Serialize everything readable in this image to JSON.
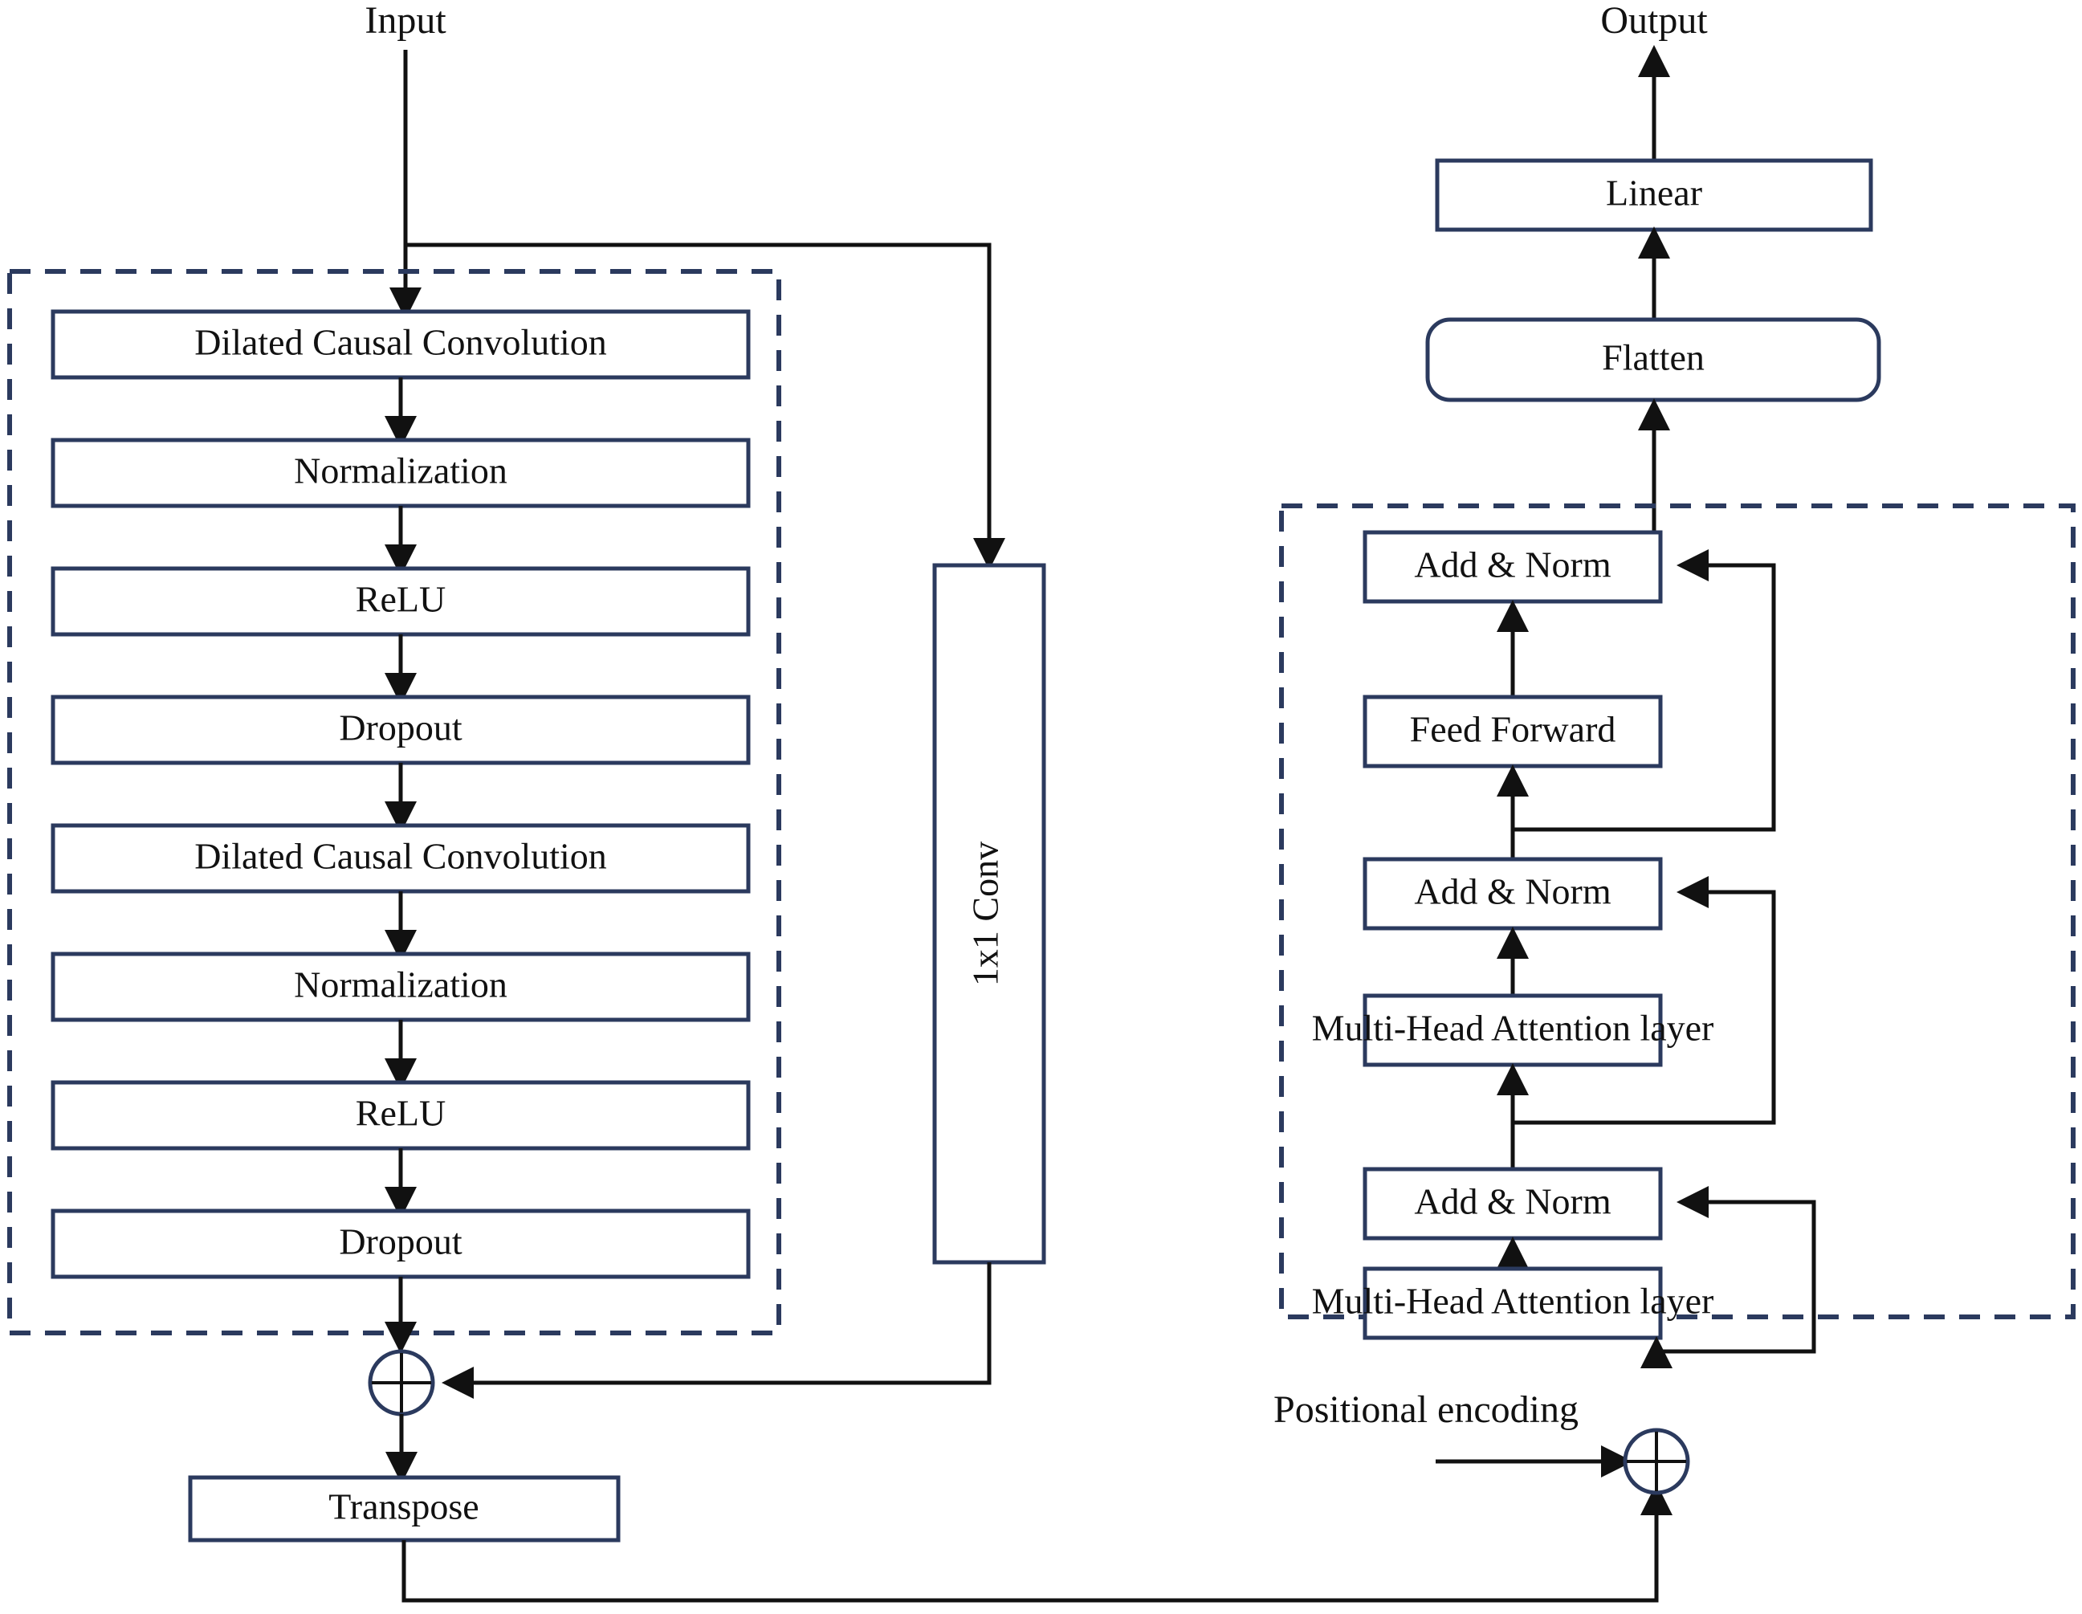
{
  "diagram": {
    "title": "TCN-Transformer hybrid network architecture",
    "colors": {
      "box_stroke": "#2b3a5e",
      "dashed_stroke": "#2b3a5e",
      "edge_stroke": "#111111",
      "text": "#111111",
      "background": "#ffffff"
    },
    "left_branch": {
      "input_label": "Input",
      "residual_block_layers": [
        "Dilated Causal Convolution",
        "Normalization",
        "ReLU",
        "Dropout",
        "Dilated Causal Convolution",
        "Normalization",
        "ReLU",
        "Dropout"
      ],
      "skip_conv_label": "1x1 Conv",
      "add_symbol": "+",
      "transpose_label": "Transpose"
    },
    "right_branch": {
      "output_label": "Output",
      "linear_label": "Linear",
      "flatten_label": "Flatten",
      "encoder_layers": [
        "Add & Norm",
        "Feed Forward",
        "Add & Norm",
        "Multi-Head Attention layer",
        "Add & Norm",
        "Multi-Head Attention layer"
      ],
      "positional_encoding_label": "Positional  encoding",
      "add_symbol": "+"
    }
  }
}
